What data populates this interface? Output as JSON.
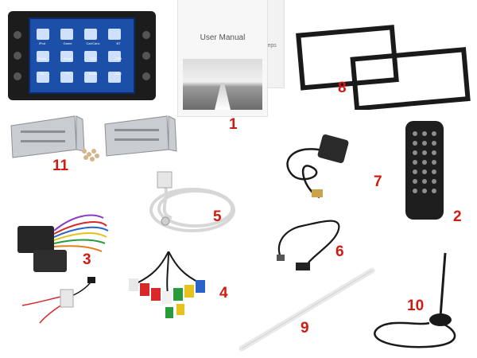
{
  "manual": {
    "title": "User Manual",
    "back_text": "g Steps"
  },
  "head_unit": {
    "menu_labels": [
      "iPod",
      "Game",
      "Car/Canc",
      "BT",
      "Radio",
      "Setup",
      "DVD",
      "USB",
      "SD",
      "TV",
      "Radio",
      "AUX"
    ]
  },
  "item_numbers": [
    "1",
    "2",
    "3",
    "4",
    "5",
    "6",
    "7",
    "8",
    "9",
    "10",
    "11"
  ],
  "colors": {
    "number_red": "#d11a12",
    "background": "#ffffff",
    "screen_blue": "#1b4fa8",
    "cable_white": "#e8e8e8",
    "cable_black": "#1a1a1a",
    "bracket_metal": "#bfc4c9"
  }
}
